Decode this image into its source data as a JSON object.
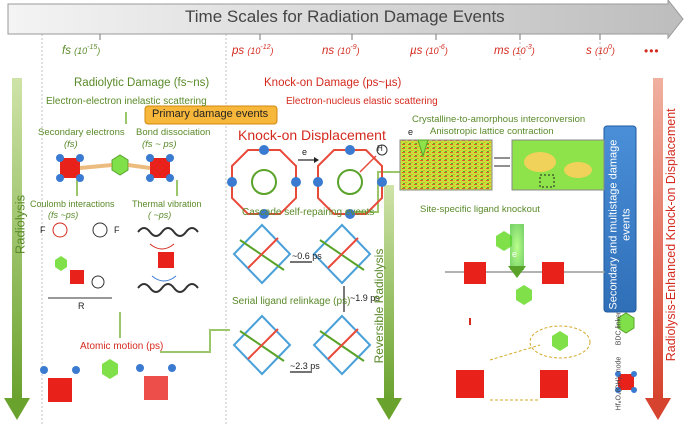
{
  "title": "Time Scales for Radiation Damage Events",
  "timescale_ticks": [
    {
      "unit": "fs",
      "exp": "(10",
      "pow": "-15",
      "close": ")",
      "color": "#5a8a2a"
    },
    {
      "unit": "ps",
      "exp": "(10",
      "pow": "-12",
      "close": ")",
      "color": "#d42a1e"
    },
    {
      "unit": "ns",
      "exp": "(10",
      "pow": "-9",
      "close": ")",
      "color": "#d42a1e"
    },
    {
      "unit": "µs",
      "exp": "(10",
      "pow": "-6",
      "close": ")",
      "color": "#d42a1e"
    },
    {
      "unit": "ms",
      "exp": "(10",
      "pow": "-3",
      "close": ")",
      "color": "#d42a1e"
    },
    {
      "unit": "s",
      "exp": "(10",
      "pow": "0",
      "close": ")",
      "color": "#d42a1e"
    }
  ],
  "ellipsis": "•••",
  "radiolytic": {
    "header": "Radiolytic Damage (fs~ns)",
    "subheader": "Electron-electron inelastic scattering",
    "primary_events": "Primary damage events",
    "secondary_electrons": "Secondary electrons",
    "secondary_electrons_time": "(fs)",
    "bond_dissociation": "Bond dissociation",
    "bond_dissociation_time": "(fs ~ ps)",
    "coulomb": "Coulomb interactions",
    "coulomb_time": "(fs ~ps)",
    "thermal": "Thermal vibration",
    "thermal_time": "( ~ps)",
    "atomic_motion": "Atomic motion (ps)",
    "force_label": "F",
    "r_label": "R"
  },
  "knockon": {
    "header": "Knock-on Damage (ps~µs)",
    "subheader": "Electron-nucleus elastic scattering",
    "displacement": "Knock-on Displacement",
    "electron": "e",
    "hydrogen": "H",
    "cascade": "Cascade self-repairing events",
    "t1": "~0.6 ps",
    "serial": "Serial ligand relinkage (ps)",
    "t2": "~1.9 ps",
    "t3": "~2.3 ps"
  },
  "crystal": {
    "line1": "Crystalline-to-amorphous interconversion",
    "line2": "Anisotropic lattice contraction",
    "electron": "e",
    "site_specific": "Site-specific ligand knockout"
  },
  "side_labels": {
    "radiolysis": "Radiolysis",
    "reversible": "Reversible Radiolysis",
    "secondary_multistage": "Secondary and multistage damage events",
    "enhanced": "Radiolysis-Enhanced Knock-on Displacement"
  },
  "legend": {
    "bdc_linker": "BDC linker",
    "node": "Hf₆O₄(OH)₄ node"
  }
}
